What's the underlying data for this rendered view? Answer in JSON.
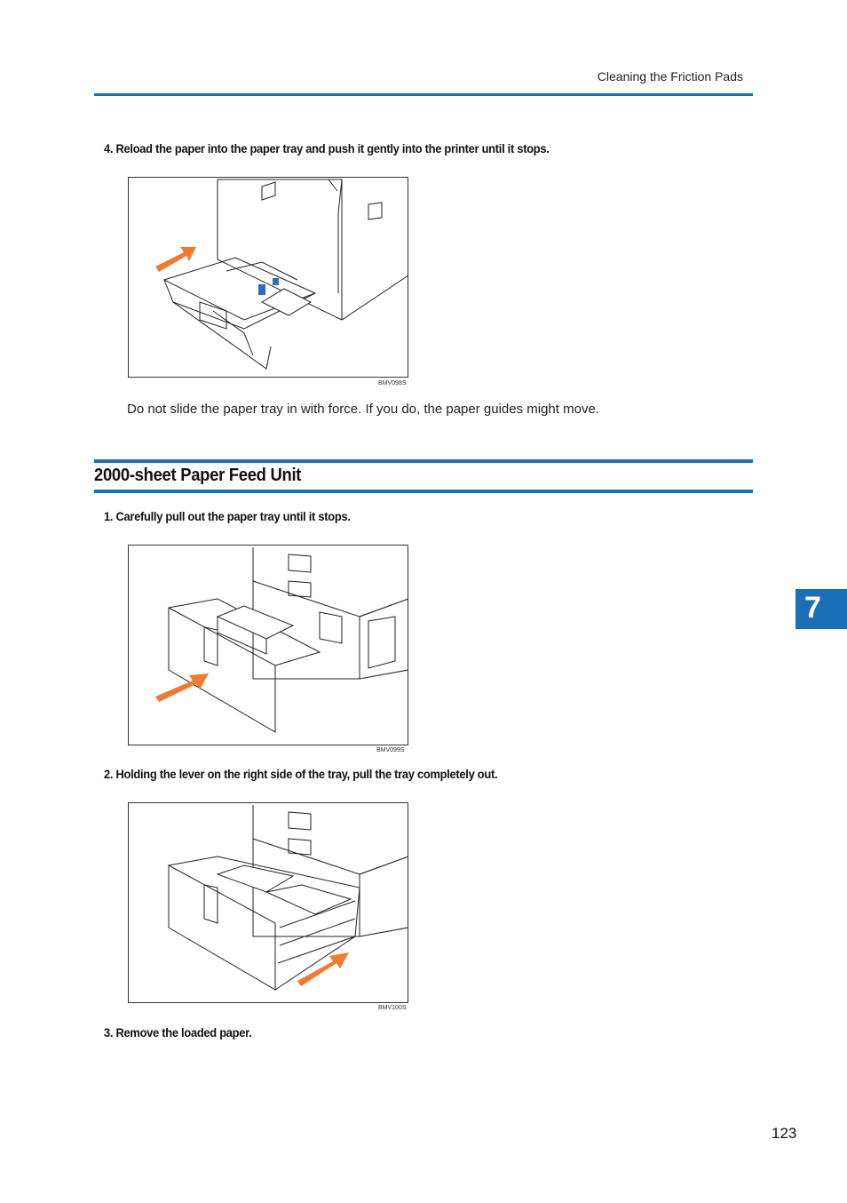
{
  "header": {
    "title": "Cleaning the Friction Pads"
  },
  "steps_top": [
    {
      "text": "4. Reload the paper into the paper tray and push it gently into the printer until it stops."
    }
  ],
  "figures": [
    {
      "code": "BMV098S"
    },
    {
      "code": "BMV099S"
    },
    {
      "code": "BMV100S"
    }
  ],
  "note": "Do not slide the paper tray in with force. If you do, the paper guides might move.",
  "section": {
    "title": "2000-sheet Paper Feed Unit",
    "steps": [
      {
        "text": "1. Carefully pull out the paper tray until it stops."
      },
      {
        "text": "2. Holding the lever on the right side of the tray, pull the tray completely out."
      },
      {
        "text": "3. Remove the loaded paper."
      }
    ]
  },
  "chapter_tab": "7",
  "page_number": "123",
  "colors": {
    "accent": "#1a6fb5",
    "arrow": "#f07a32"
  }
}
